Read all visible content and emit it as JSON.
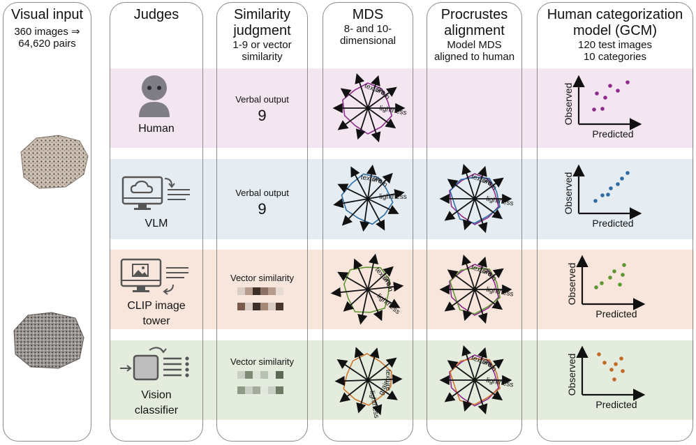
{
  "colors": {
    "human_band": "#f3e6f1",
    "vlm_band": "#e6edf2",
    "clip_band": "#f8e6dc",
    "vision_band": "#e4ecde",
    "human_dots": "#8e2a8c",
    "vlm_dots": "#2e6da4",
    "clip_dots": "#5f9634",
    "vision_dots": "#c06a28",
    "human_poly": "#8e2a8c",
    "vlm_poly": "#2e6da4",
    "clip_poly": "#5f9634",
    "vision_poly": "#d0742e"
  },
  "columns": {
    "visual_input": {
      "title": "Visual input",
      "subtitle_line1": "360 images ⇒",
      "subtitle_line2": "64,620 pairs"
    },
    "judges": {
      "title": "Judges"
    },
    "similarity": {
      "title_line1": "Similarity",
      "title_line2": "judgment",
      "sub_line1": "1-9 or vector",
      "sub_line2": "similarity"
    },
    "mds": {
      "title": "MDS",
      "sub_line1": "8- and 10-",
      "sub_line2": "dimensional"
    },
    "procrustes": {
      "title_line1": "Procrustes",
      "title_line2": "alignment",
      "sub_line1": "Model MDS",
      "sub_line2": "aligned to human"
    },
    "gcm": {
      "title_line1": "Human categorization",
      "title_line2": "model (GCM)",
      "sub_line1": "120 test images",
      "sub_line2": "10 categories"
    }
  },
  "rows": [
    {
      "judge_line1": "Human",
      "judge_line2": "",
      "output_label": "Verbal output",
      "output_value": "9",
      "icon": "person-icon"
    },
    {
      "judge_line1": "VLM",
      "judge_line2": "",
      "output_label": "Verbal output",
      "output_value": "9",
      "icon": "monitor-cloud-icon"
    },
    {
      "judge_line1": "CLIP image",
      "judge_line2": "tower",
      "output_label": "Vector similarity",
      "output_value": "",
      "icon": "monitor-image-icon"
    },
    {
      "judge_line1": "Vision",
      "judge_line2": "classifier",
      "output_label": "Vector similarity",
      "output_value": "",
      "icon": "classifier-box-icon"
    }
  ],
  "axis_labels": {
    "texture": "texture",
    "grain": "grain",
    "lightness": "lightness"
  },
  "scatter": {
    "x_label": "Predicted",
    "y_label": "Observed"
  }
}
